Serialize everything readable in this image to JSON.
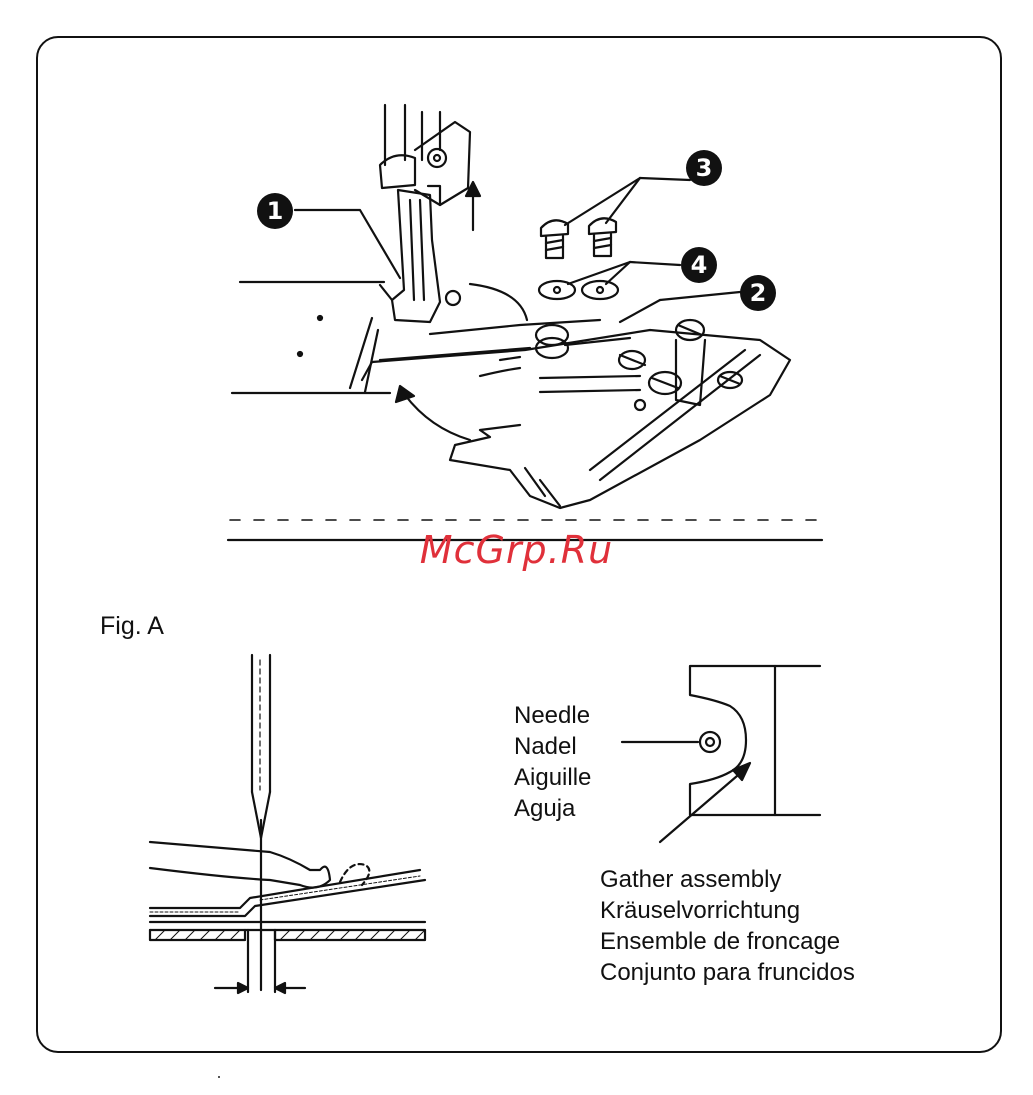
{
  "watermark": "McGrp.Ru",
  "figure_label": "Fig. A",
  "callouts": [
    "1",
    "2",
    "3",
    "4"
  ],
  "needle_label": {
    "lines": [
      "Needle",
      "Nadel",
      "Aiguille",
      "Aguja"
    ]
  },
  "gather_label": {
    "lines": [
      "Gather assembly",
      "Kräuselvorrichtung",
      "Ensemble de froncage",
      "Conjunto para fruncidos"
    ]
  }
}
